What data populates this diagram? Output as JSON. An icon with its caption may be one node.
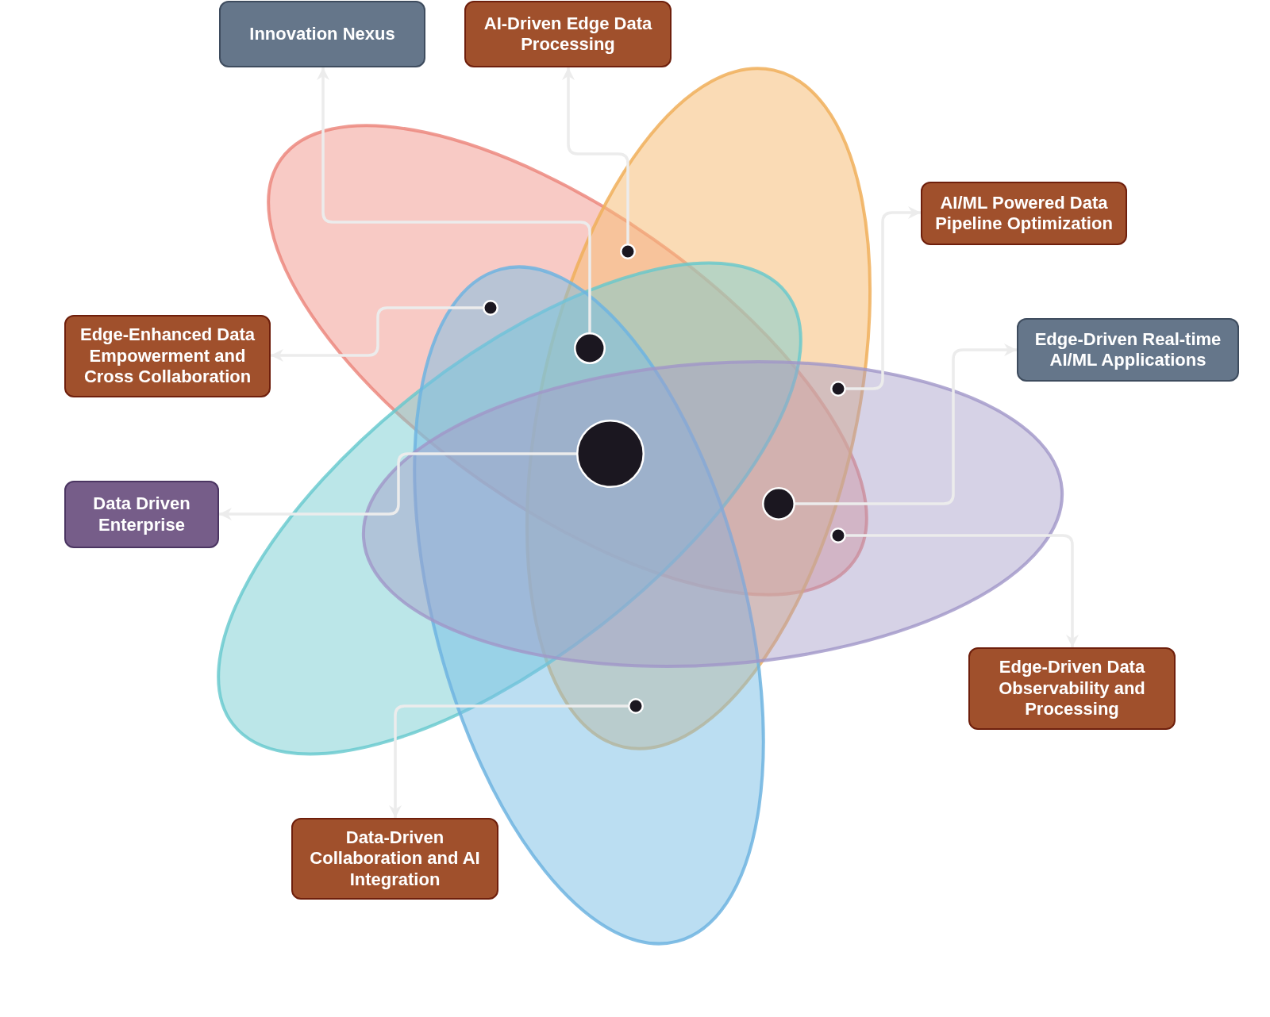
{
  "diagram": {
    "nodes": [
      {
        "text": [
          "Innovation Nexus"
        ]
      },
      {
        "text": [
          "AI-Driven Edge Data Processing"
        ]
      },
      {
        "text": [
          "AI/ML Powered Data Pipeline Optimization"
        ]
      },
      {
        "text": [
          "Edge-Enhanced Data Empowerment and Cross Collaboration"
        ]
      },
      {
        "text": [
          "Edge-Driven Real-time AI/ML Applications"
        ]
      },
      {
        "text": [
          "Data Driven Enterprise"
        ]
      },
      {
        "text": [
          "Edge-Driven Data Observability and Processing"
        ]
      },
      {
        "text": [
          "Data-Driven Collaboration and AI Integration"
        ]
      },
      {
        "text": [],
        "shape": "circle"
      },
      {
        "text": [],
        "shape": "circle"
      },
      {
        "text": [],
        "shape": "circle"
      },
      {
        "text": [],
        "shape": "circle"
      },
      {
        "text": [],
        "shape": "circle"
      },
      {
        "text": [],
        "shape": "circle"
      },
      {
        "text": [],
        "shape": "circle"
      },
      {
        "text": [],
        "shape": "circle"
      }
    ],
    "edges": [
      {
        "from": 8,
        "to": 1,
        "arrow": "to"
      },
      {
        "from": 9,
        "to": 2,
        "arrow": "to"
      },
      {
        "from": 10,
        "to": 3,
        "arrow": "to"
      },
      {
        "from": 11,
        "to": 0,
        "arrow": "to"
      },
      {
        "from": 12,
        "to": 5,
        "arrow": "to"
      },
      {
        "from": 13,
        "to": 4,
        "arrow": "to"
      },
      {
        "from": 14,
        "to": 6,
        "arrow": "to"
      },
      {
        "from": 15,
        "to": 7,
        "arrow": "to"
      }
    ]
  }
}
